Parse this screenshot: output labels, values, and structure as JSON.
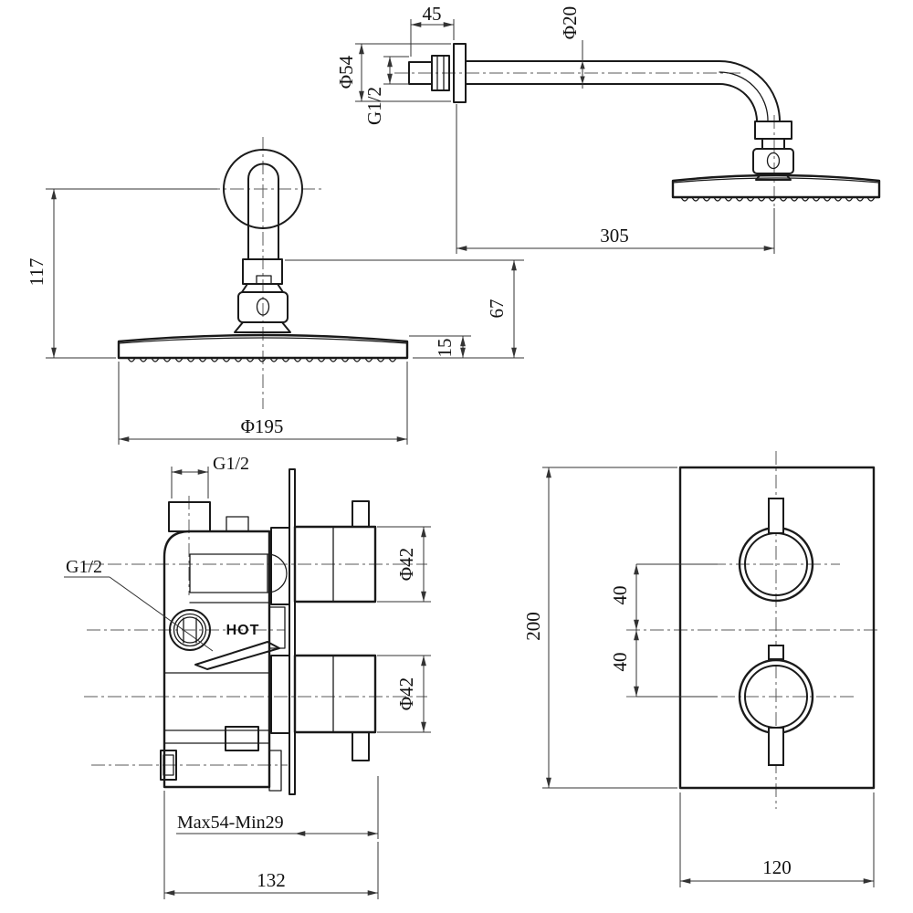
{
  "arm_view": {
    "wall_stub_length": "45",
    "flange_diameter": "Φ54",
    "wall_thread": "G1/2",
    "arm_diameter": "Φ20",
    "arm_reach": "305"
  },
  "head_view": {
    "drop_height": "117",
    "head_diameter": "Φ195",
    "joint_height": "67",
    "rim_thickness": "15"
  },
  "valve_side_view": {
    "outlet_thread": "G1/2",
    "inlet_thread": "G1/2",
    "hot_label": "HOT",
    "upper_knob_diameter": "Φ42",
    "lower_knob_diameter": "Φ42",
    "depth_range": "Max54-Min29",
    "body_width": "132"
  },
  "valve_front_view": {
    "plate_height": "200",
    "upper_knob_offset": "40",
    "lower_knob_offset": "40",
    "plate_width": "120"
  },
  "colors": {
    "line": "#1a1a1a",
    "dim": "#333333",
    "centerline": "#5a5a5a",
    "bg": "#ffffff"
  }
}
